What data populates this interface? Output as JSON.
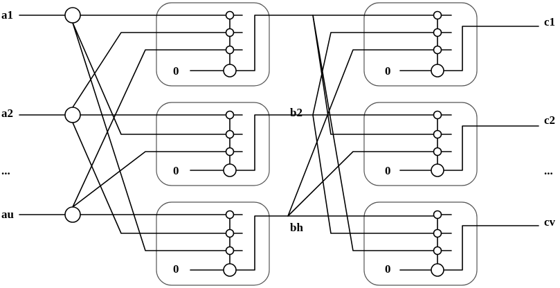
{
  "diagram": {
    "inputs": [
      {
        "id": "a1",
        "label": "a1"
      },
      {
        "id": "a2",
        "label": "a2"
      },
      {
        "id": "adots",
        "label": "..."
      },
      {
        "id": "au",
        "label": "au"
      }
    ],
    "middle_labels": [
      {
        "id": "b2",
        "label": "b2"
      },
      {
        "id": "bh",
        "label": "bh"
      }
    ],
    "outputs": [
      {
        "id": "c1",
        "label": "c1"
      },
      {
        "id": "c2",
        "label": "c2"
      },
      {
        "id": "cdots",
        "label": "..."
      },
      {
        "id": "cv",
        "label": "cv"
      }
    ],
    "zero_label": "0"
  }
}
